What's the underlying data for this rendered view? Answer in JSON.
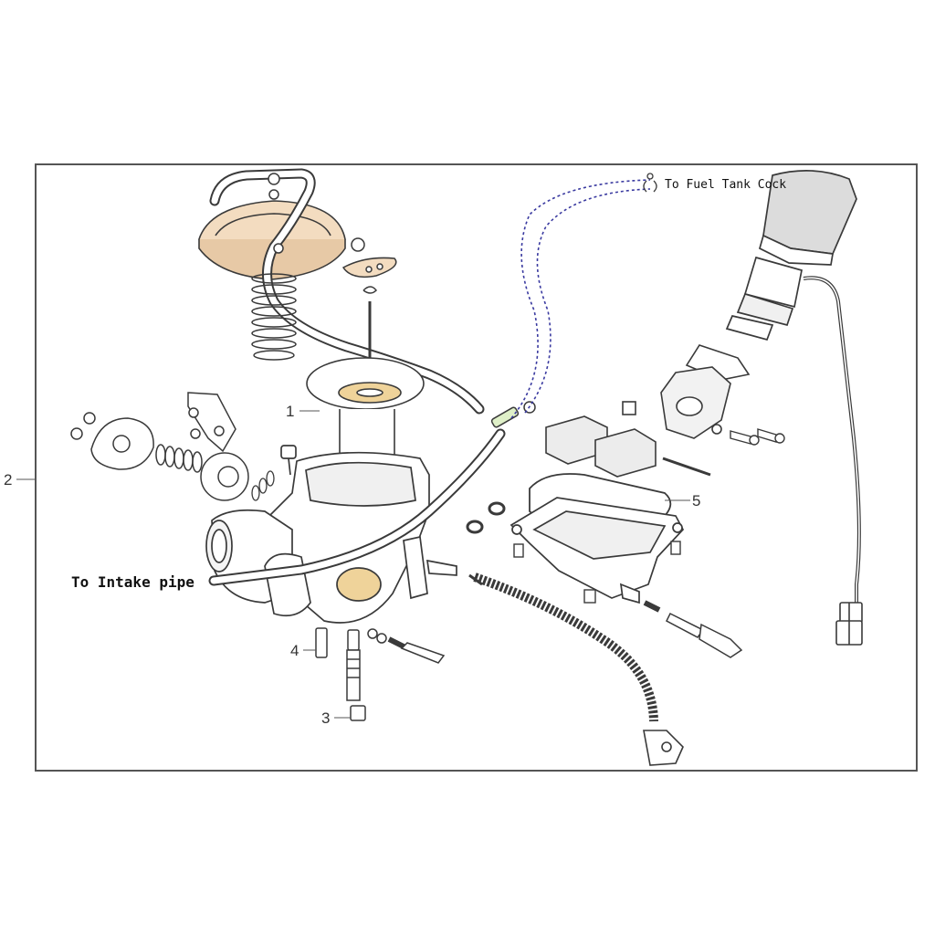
{
  "diagram": {
    "callouts": {
      "c1": "1",
      "c2": "2",
      "c3": "3",
      "c4": "4",
      "c5": "5"
    },
    "labels": {
      "fuel_tank": "To Fuel Tank Cock",
      "intake": "To Intake pipe"
    },
    "colors": {
      "line": "#3a3a3a",
      "frame": "#555555",
      "cover_fill": "#f3dcc0",
      "washer_fill": "#efd39a",
      "hose_dotted": "#3a3aa0",
      "part_fill": "#ffffff",
      "shadow": "#d6d6d6"
    }
  }
}
